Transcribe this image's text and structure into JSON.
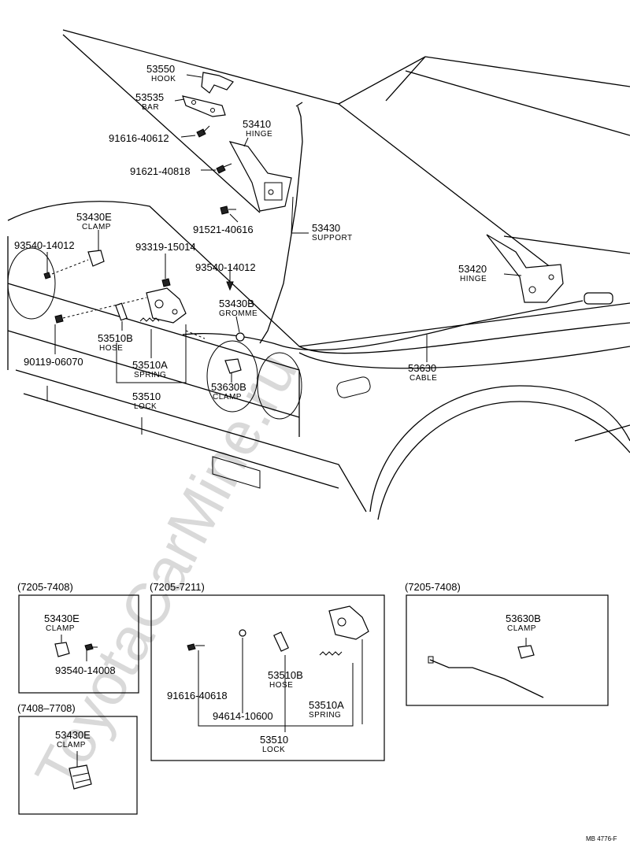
{
  "watermark": "ToyotaCarMine.ru",
  "footer_code": "MB 4776-F",
  "main_labels": [
    {
      "id": "hook",
      "part": "53550",
      "name": "HOOK"
    },
    {
      "id": "bar",
      "part": "53535",
      "name": "BAR"
    },
    {
      "id": "hinge-left",
      "part": "53410",
      "name": "HINGE"
    },
    {
      "id": "bolt-1",
      "part": "91616-40612"
    },
    {
      "id": "bolt-2",
      "part": "91621-40818"
    },
    {
      "id": "clamp-e",
      "part": "53430E",
      "name": "CLAMP"
    },
    {
      "id": "bolt-3",
      "part": "91521-40616"
    },
    {
      "id": "support",
      "part": "53430",
      "name": "SUPPORT"
    },
    {
      "id": "screw-1",
      "part": "93540-14012"
    },
    {
      "id": "screw-2",
      "part": "93319-15014"
    },
    {
      "id": "screw-3",
      "part": "93540-14012"
    },
    {
      "id": "hinge-right",
      "part": "53420",
      "name": "HINGE"
    },
    {
      "id": "grommet",
      "part": "53430B",
      "name": "GROMME"
    },
    {
      "id": "hose",
      "part": "53510B",
      "name": "HOSE"
    },
    {
      "id": "spring",
      "part": "53510A",
      "name": "SPRING"
    },
    {
      "id": "nut",
      "part": "90119-06070"
    },
    {
      "id": "cable",
      "part": "53630",
      "name": "CABLE"
    },
    {
      "id": "clamp-b",
      "part": "53630B",
      "name": "CLAMP"
    },
    {
      "id": "lock",
      "part": "53510",
      "name": "LOCK"
    }
  ],
  "insets": [
    {
      "id": "inset-a",
      "range": "(7205-7408)",
      "labels": [
        {
          "part": "53430E",
          "name": "CLAMP"
        },
        {
          "part": "93540-14008"
        }
      ]
    },
    {
      "id": "inset-b",
      "range": "(7408–7708)",
      "labels": [
        {
          "part": "53430E",
          "name": "CLAMP"
        }
      ]
    },
    {
      "id": "inset-c",
      "range": "(7205-7211)",
      "labels": [
        {
          "part": "91616-40618"
        },
        {
          "part": "94614-10600"
        },
        {
          "part": "53510B",
          "name": "HOSE"
        },
        {
          "part": "53510A",
          "name": "SPRING"
        },
        {
          "part": "53510",
          "name": "LOCK"
        }
      ]
    },
    {
      "id": "inset-d",
      "range": "(7205-7408)",
      "labels": [
        {
          "part": "53630B",
          "name": "CLAMP"
        }
      ]
    }
  ]
}
